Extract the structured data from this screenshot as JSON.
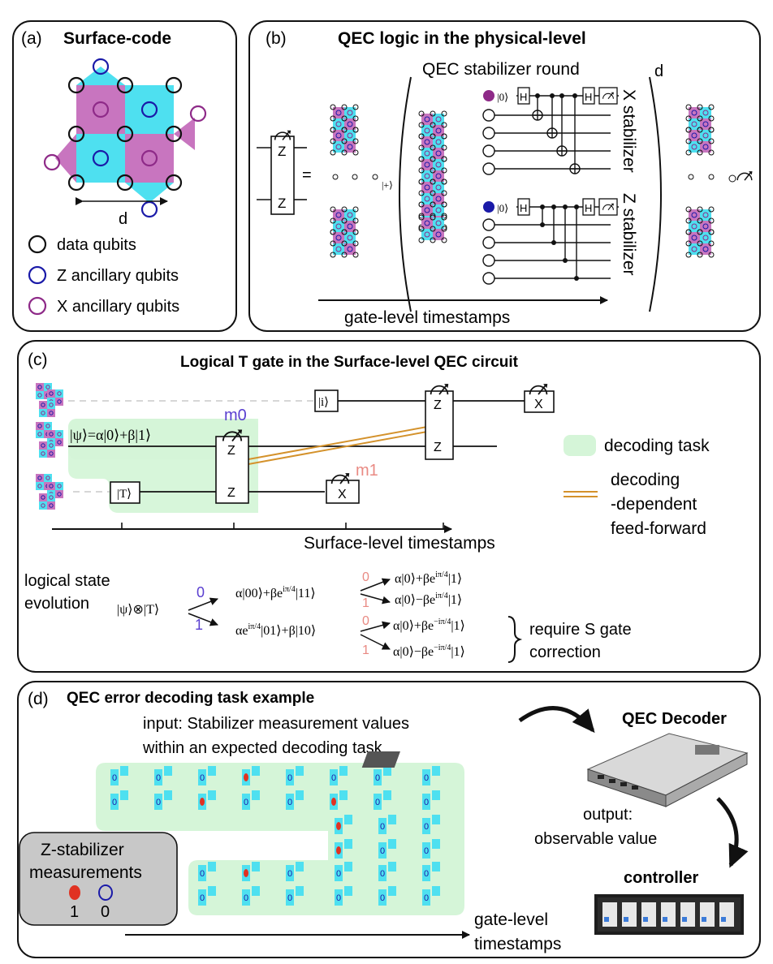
{
  "panel_a": {
    "tag": "(a)",
    "title": "Surface-code",
    "d_label": "d",
    "legend": [
      "data qubits",
      "Z ancillary qubits",
      "X ancillary qubits"
    ]
  },
  "panel_b": {
    "tag": "(b)",
    "title": "QEC logic in the physical-level",
    "round_label": "QEC stabilizer round",
    "d_exp": "d",
    "x_stab": "X stabilizer",
    "z_stab": "Z stabilizer",
    "timestamps": "gate-level timestamps",
    "gate_z": "Z",
    "equals": "=",
    "plus_state": "|+⟩",
    "zero_state": "|0⟩",
    "h_gate": "H"
  },
  "panel_c": {
    "tag": "(c)",
    "title": "Logical T gate in the Surface-level QEC circuit",
    "psi_state": "|ψ⟩=α|0⟩+β|1⟩",
    "t_state": "|T⟩",
    "i_state": "|i⟩",
    "m0": "m0",
    "m1": "m1",
    "gate_z": "Z",
    "gate_x": "X",
    "timestamps": "Surface-level timestamps",
    "legend_decoding": "decoding task",
    "legend_ff": [
      "decoding",
      "-dependent",
      "feed-forward"
    ],
    "evo_label": [
      "logical state",
      "evolution"
    ],
    "evo_input": "|ψ⟩⊗|T⟩",
    "branch0": "0",
    "branch1": "1",
    "state_a": "α|00⟩+βe",
    "state_a_exp": "iπ/4",
    "state_a_tail": "|11⟩",
    "state_b": "αe",
    "state_b_exp": "iπ/4",
    "state_b_tail": "|01⟩+β|10⟩",
    "out1": "α|0⟩+βe",
    "out1_exp": "iπ/4",
    "out2": "α|0⟩−βe",
    "out2_exp": "iπ/4",
    "out3": "α|0⟩+βe",
    "out3_exp": "−iπ/4",
    "out4": "α|0⟩−βe",
    "out4_exp": "−iπ/4",
    "ket1": "|1⟩",
    "require": [
      "require S gate",
      "correction"
    ]
  },
  "panel_d": {
    "tag": "(d)",
    "title": "QEC error decoding task example",
    "input_text": [
      "input: Stabilizer measurement values",
      "within an expected decoding task"
    ],
    "decoder": "QEC Decoder",
    "output_text": [
      "output:",
      "observable value"
    ],
    "controller": "controller",
    "zstab_box": [
      "Z-stabilizer",
      "measurements"
    ],
    "val1": "1",
    "val0": "0",
    "timestamps": [
      "gate-level",
      "timestamps"
    ],
    "ancilla_label": "0"
  },
  "colors": {
    "magenta": "#c875bf",
    "cyan": "#4ee0f0",
    "blue": "#1a1aa8",
    "purple": "#8e2a88",
    "green": "#d5f5d8",
    "orange": "#d4922c",
    "salmon": "#e98a83",
    "indigo": "#5a3fd0",
    "red": "#e03222"
  }
}
